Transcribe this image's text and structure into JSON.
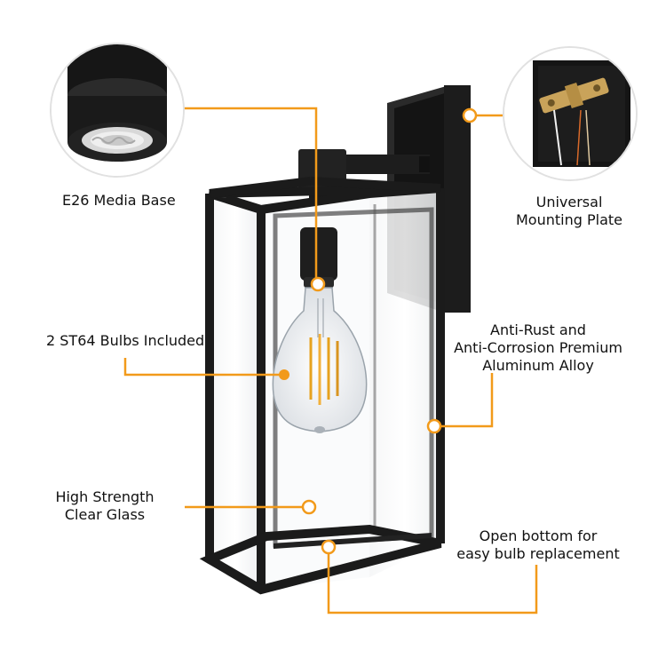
{
  "callouts": {
    "media_base": "E26 Media Base",
    "mounting_plate": [
      "Universal",
      "Mounting Plate"
    ],
    "bulbs": "2 ST64 Bulbs Included",
    "alloy": [
      "Anti-Rust and",
      "Anti-Corrosion Premium",
      "Aluminum Alloy"
    ],
    "glass": [
      "High Strength",
      "Clear Glass"
    ],
    "open_bottom": [
      "Open bottom for",
      "easy bulb replacement"
    ]
  },
  "colors": {
    "accent": "#f29a1a",
    "fixture": "#1c1c1c",
    "text": "#111111"
  }
}
